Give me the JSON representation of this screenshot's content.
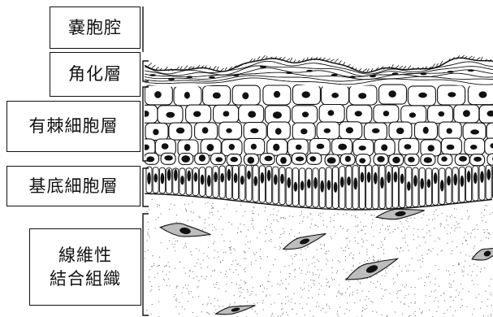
{
  "labels": {
    "cyst_cavity": "嚢胞腔",
    "keratin_layer": "角化層",
    "spinous_layer": "有棘細胞層",
    "basal_layer": "基底細胞層",
    "connective_tissue": "線維性\n結合組織"
  },
  "colors": {
    "ink": "#111111",
    "paper": "#ffffff",
    "stipple": "#7a7a7a",
    "fibroblast_fill": "#bdbdbd"
  }
}
